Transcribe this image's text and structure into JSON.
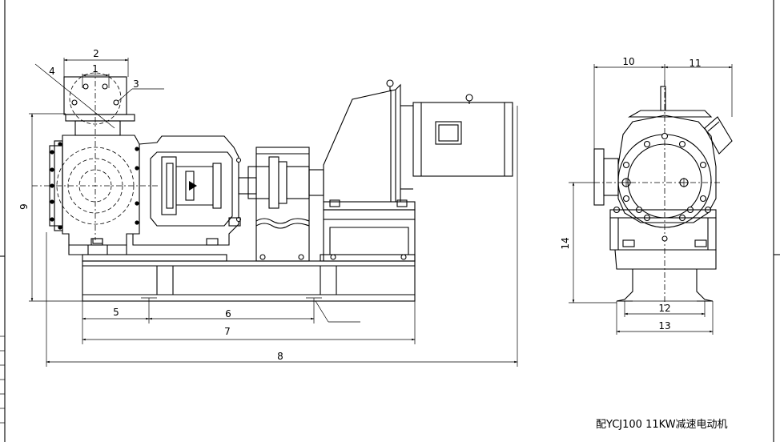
{
  "labels": {
    "d1": "1",
    "d2": "2",
    "d3": "3",
    "d4": "4",
    "d5": "5",
    "d6": "6",
    "d7": "7",
    "d8": "8",
    "d9": "9",
    "d10": "10",
    "d11": "11",
    "d12": "12",
    "d13": "13",
    "d14": "14"
  },
  "caption": "配YCJ100  11KW减速电动机"
}
